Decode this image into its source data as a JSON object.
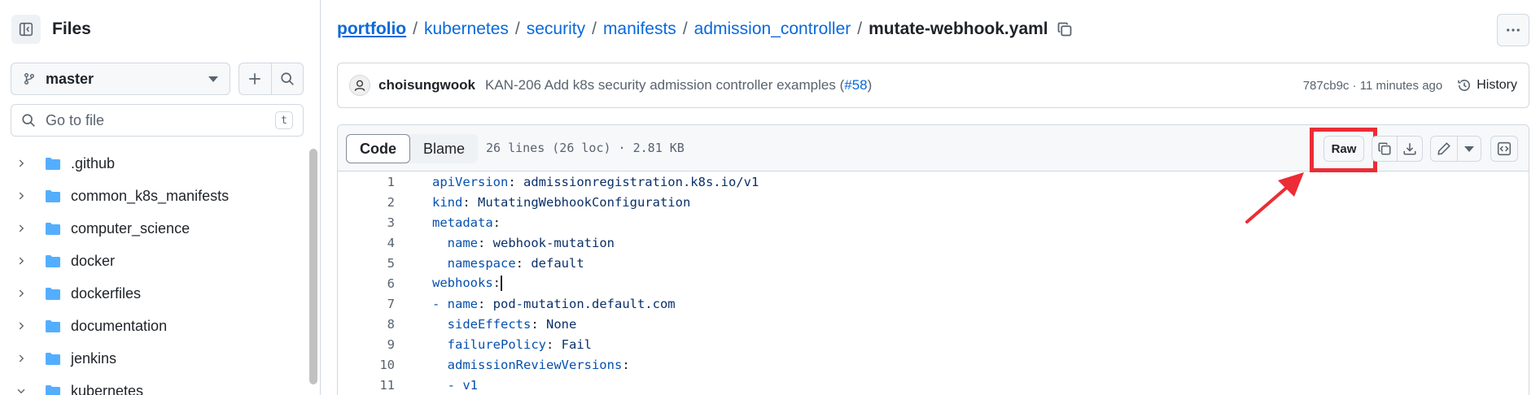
{
  "sidebar": {
    "title": "Files",
    "branch": "master",
    "search_placeholder": "Go to file",
    "search_shortcut": "t",
    "tree": [
      {
        "name": ".github",
        "expanded": false
      },
      {
        "name": "common_k8s_manifests",
        "expanded": false
      },
      {
        "name": "computer_science",
        "expanded": false
      },
      {
        "name": "docker",
        "expanded": false
      },
      {
        "name": "dockerfiles",
        "expanded": false
      },
      {
        "name": "documentation",
        "expanded": false
      },
      {
        "name": "jenkins",
        "expanded": false
      },
      {
        "name": "kubernetes",
        "expanded": true
      }
    ]
  },
  "breadcrumb": {
    "root": "portfolio",
    "segments": [
      "kubernetes",
      "security",
      "manifests",
      "admission_controller"
    ],
    "separator": "/",
    "file": "mutate-webhook.yaml"
  },
  "commit": {
    "author": "choisungwook",
    "message": "KAN-206 Add k8s security admission controller examples (",
    "pr": "#58",
    "message_end": ")",
    "meta": "787cb9c · 11 minutes ago",
    "history_label": "History"
  },
  "file_view": {
    "tabs": [
      "Code",
      "Blame"
    ],
    "active_tab": "Code",
    "info": "26 lines (26 loc) · 2.81 KB",
    "raw_label": "Raw"
  },
  "code_lines": [
    {
      "n": "1",
      "indent": "",
      "key": "apiVersion",
      "value": " admissionregistration.k8s.io/v1"
    },
    {
      "n": "2",
      "indent": "",
      "key": "kind",
      "value": " MutatingWebhookConfiguration"
    },
    {
      "n": "3",
      "indent": "",
      "key": "metadata",
      "value": ""
    },
    {
      "n": "4",
      "indent": "  ",
      "key": "name",
      "value": " webhook-mutation"
    },
    {
      "n": "5",
      "indent": "  ",
      "key": "namespace",
      "value": " default"
    },
    {
      "n": "6",
      "indent": "",
      "key": "webhooks",
      "value": ""
    },
    {
      "n": "7",
      "indent": "- ",
      "key": "name",
      "value": " pod-mutation.default.com"
    },
    {
      "n": "8",
      "indent": "  ",
      "key": "sideEffects",
      "value": " None"
    },
    {
      "n": "9",
      "indent": "  ",
      "key": "failurePolicy",
      "value": " Fail"
    },
    {
      "n": "10",
      "indent": "  ",
      "key": "admissionReviewVersions",
      "value": ""
    },
    {
      "n": "11",
      "indent": "  - ",
      "key": "",
      "value": "v1"
    }
  ],
  "colors": {
    "link": "#0969da",
    "highlight": "#ec2c36",
    "yaml_key": "#0550ae",
    "folder": "#54aeff"
  }
}
